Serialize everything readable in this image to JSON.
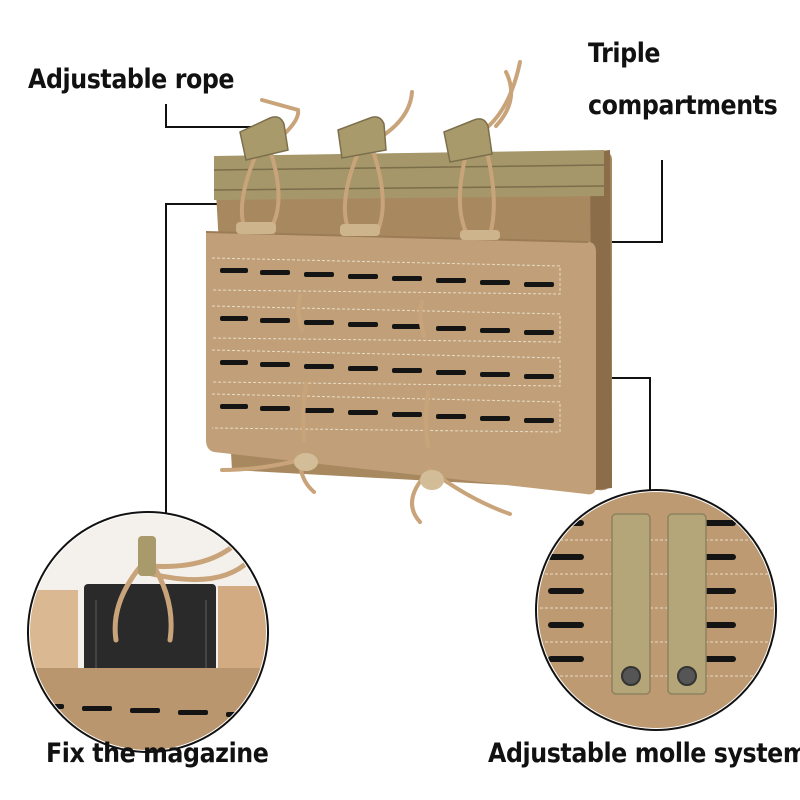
{
  "callouts": {
    "adjustable_rope": "Adjustable rope",
    "triple_line1": "Triple",
    "triple_line2": "compartments",
    "fix_magazine": "Fix the magazine",
    "molle_system": "Adjustable molle system"
  },
  "colors": {
    "fabric": "#b9966d",
    "fabric_dark": "#8c6d49",
    "webbing": "#a89a6e",
    "cord": "#c9a47a",
    "slot": "#141414",
    "line": "#111111"
  }
}
